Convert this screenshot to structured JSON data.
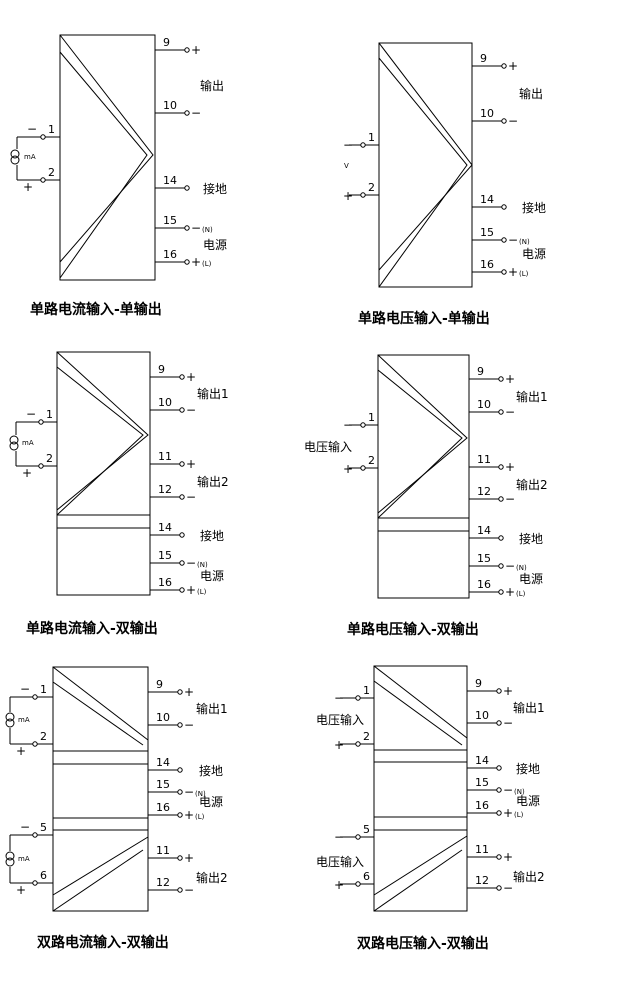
{
  "diagrams": [
    {
      "caption": "单路电流输入-单输出",
      "inputs": [
        {
          "label": "mA",
          "neg_pin": "1",
          "pos_pin": "2",
          "neg_sym": "−",
          "pos_sym": "+"
        }
      ],
      "outputs": [
        {
          "label": "输出",
          "pins": [
            "9",
            "10"
          ]
        }
      ],
      "ground": {
        "pin": "14",
        "label": "接地"
      },
      "power": {
        "label": "电源",
        "pins": [
          "15",
          "16"
        ],
        "marks": [
          "(N)",
          "(L)"
        ]
      }
    },
    {
      "caption": "单路电压输入-单输出",
      "inputs": [
        {
          "label": "V",
          "neg_pin": "1",
          "pos_pin": "2",
          "neg_sym": "−",
          "pos_sym": "+"
        }
      ],
      "outputs": [
        {
          "label": "输出",
          "pins": [
            "9",
            "10"
          ]
        }
      ],
      "ground": {
        "pin": "14",
        "label": "接地"
      },
      "power": {
        "label": "电源",
        "pins": [
          "15",
          "16"
        ],
        "marks": [
          "(N)",
          "(L)"
        ]
      }
    },
    {
      "caption": "单路电流输入-双输出",
      "inputs": [
        {
          "label": "mA",
          "neg_pin": "1",
          "pos_pin": "2",
          "neg_sym": "−",
          "pos_sym": "+"
        }
      ],
      "outputs": [
        {
          "label": "输出1",
          "pins": [
            "9",
            "10"
          ]
        },
        {
          "label": "输出2",
          "pins": [
            "11",
            "12"
          ]
        }
      ],
      "ground": {
        "pin": "14",
        "label": "接地"
      },
      "power": {
        "label": "电源",
        "pins": [
          "15",
          "16"
        ],
        "marks": [
          "(N)",
          "(L)"
        ]
      }
    },
    {
      "caption": "单路电压输入-双输出",
      "inputs": [
        {
          "label": "电压输入",
          "neg_pin": "1",
          "pos_pin": "2",
          "neg_sym": "−",
          "pos_sym": "+"
        }
      ],
      "outputs": [
        {
          "label": "输出1",
          "pins": [
            "9",
            "10"
          ]
        },
        {
          "label": "输出2",
          "pins": [
            "11",
            "12"
          ]
        }
      ],
      "ground": {
        "pin": "14",
        "label": "接地"
      },
      "power": {
        "label": "电源",
        "pins": [
          "15",
          "16"
        ],
        "marks": [
          "(N)",
          "(L)"
        ]
      }
    },
    {
      "caption": "双路电流输入-双输出",
      "inputs": [
        {
          "label": "mA",
          "neg_pin": "1",
          "pos_pin": "2",
          "neg_sym": "−",
          "pos_sym": "+"
        },
        {
          "label": "mA",
          "neg_pin": "5",
          "pos_pin": "6",
          "neg_sym": "−",
          "pos_sym": "+"
        }
      ],
      "outputs": [
        {
          "label": "输出1",
          "pins": [
            "9",
            "10"
          ]
        },
        {
          "label": "输出2",
          "pins": [
            "11",
            "12"
          ]
        }
      ],
      "ground": {
        "pin": "14",
        "label": "接地"
      },
      "power": {
        "label": "电源",
        "pins": [
          "15",
          "16"
        ],
        "marks": [
          "(N)",
          "(L)"
        ]
      }
    },
    {
      "caption": "双路电压输入-双输出",
      "inputs": [
        {
          "label": "电压输入",
          "neg_pin": "1",
          "pos_pin": "2",
          "neg_sym": "−",
          "pos_sym": "+"
        },
        {
          "label": "电压输入",
          "neg_pin": "5",
          "pos_pin": "6",
          "neg_sym": "−",
          "pos_sym": "+"
        }
      ],
      "outputs": [
        {
          "label": "输出1",
          "pins": [
            "9",
            "10"
          ]
        },
        {
          "label": "输出2",
          "pins": [
            "11",
            "12"
          ]
        }
      ],
      "ground": {
        "pin": "14",
        "label": "接地"
      },
      "power": {
        "label": "电源",
        "pins": [
          "15",
          "16"
        ],
        "marks": [
          "(N)",
          "(L)"
        ]
      }
    }
  ],
  "symbols": {
    "plus": "+",
    "minus": "−"
  }
}
